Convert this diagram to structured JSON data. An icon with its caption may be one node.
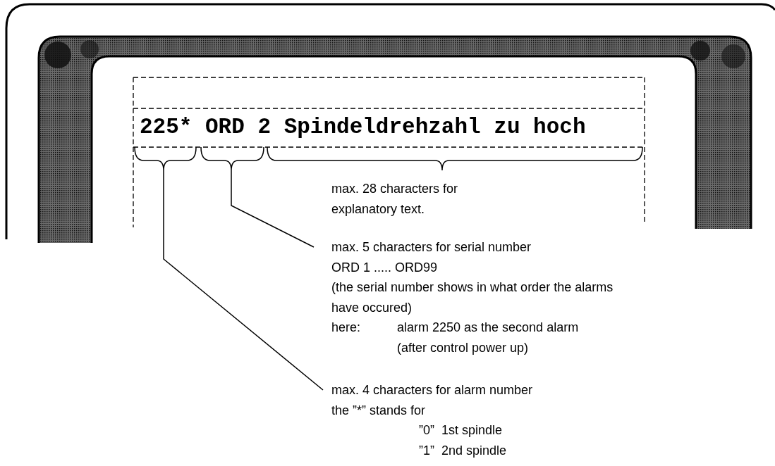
{
  "diagram": {
    "nodes": [
      {
        "text": [],
        "shape": "brace"
      },
      {
        "text": [],
        "shape": "brace"
      },
      {
        "text": [],
        "shape": "brace"
      },
      {
        "text": [
          "max. 28 characters for explanatory text."
        ]
      },
      {
        "text": [
          "max. 5 characters for serial number",
          "ORD 1 ..... ORD99",
          "(the serial number shows in what order the alarms have occured)",
          "here:",
          "alarm 2250 as the second alarm (after control power up)"
        ]
      },
      {
        "text": [
          "max. 4 characters for alarm number",
          "the ”*” stands for",
          "”0”  1st spindle",
          "”1”  2nd spindle"
        ]
      }
    ],
    "edges": [
      {
        "from": 4,
        "to": 1,
        "arrow": "none"
      },
      {
        "from": 5,
        "to": 0,
        "arrow": "none"
      }
    ],
    "labels": [
      "225* ORD 2 Spindeldrehzahl zu hoch"
    ]
  }
}
